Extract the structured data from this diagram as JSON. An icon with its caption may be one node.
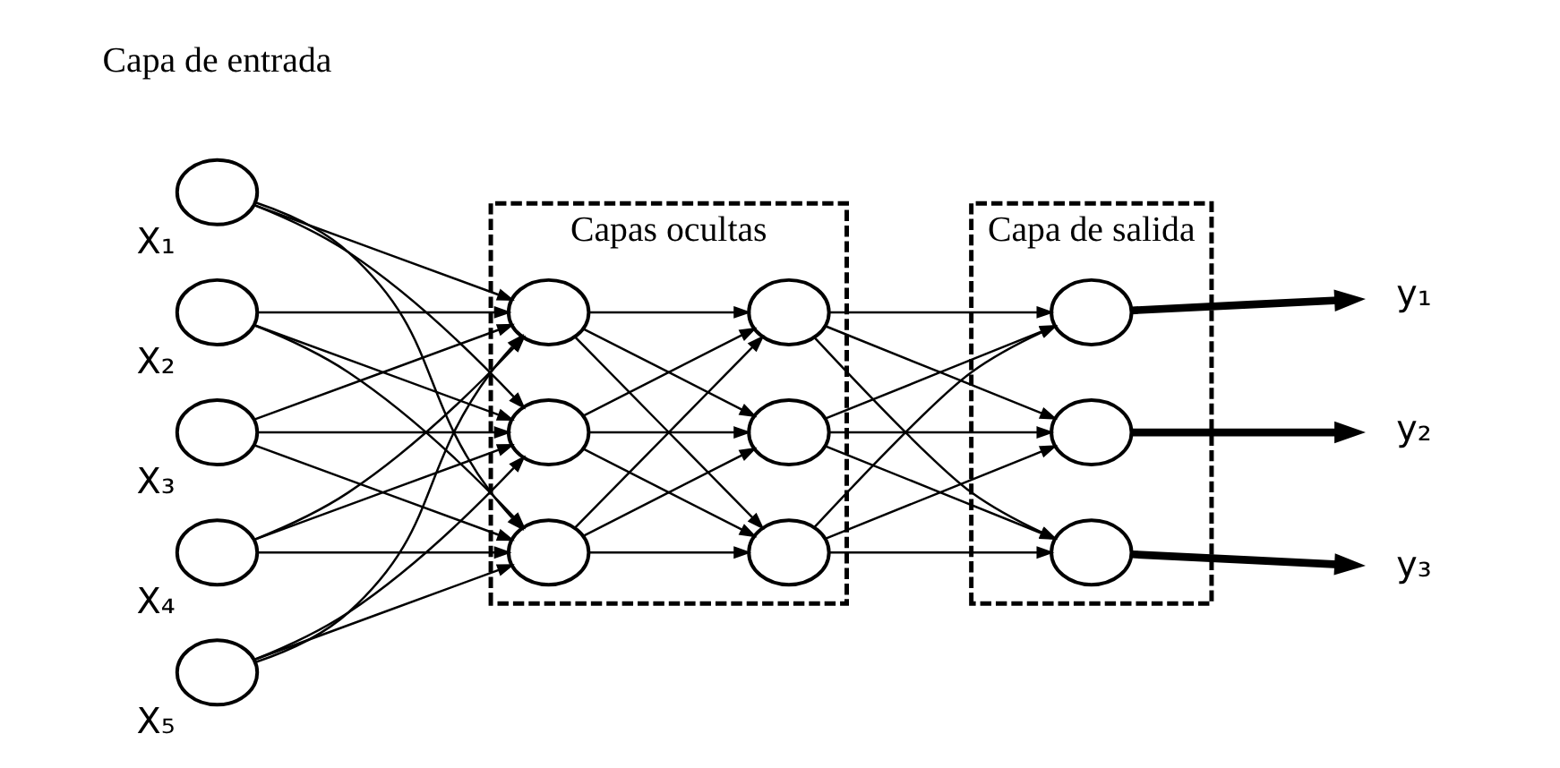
{
  "diagram": {
    "nodes": [
      {
        "text": [],
        "shape": "circle",
        "beside": [
          "X₁"
        ]
      },
      {
        "text": [],
        "shape": "circle",
        "beside": [
          "X₂"
        ]
      },
      {
        "text": [],
        "shape": "circle",
        "beside": [
          "X₃"
        ]
      },
      {
        "text": [],
        "shape": "circle",
        "beside": [
          "X₄"
        ]
      },
      {
        "text": [],
        "shape": "circle",
        "beside": [
          "X₅"
        ]
      },
      {
        "text": [
          "Capas ocultas"
        ]
      },
      {
        "text": [],
        "shape": "circle",
        "in": 5
      },
      {
        "text": [],
        "shape": "circle",
        "in": 5
      },
      {
        "text": [],
        "shape": "circle",
        "in": 5
      },
      {
        "text": [],
        "shape": "circle",
        "in": 5
      },
      {
        "text": [],
        "shape": "circle",
        "in": 5
      },
      {
        "text": [],
        "shape": "circle",
        "in": 5
      },
      {
        "text": [
          "Capa de salida"
        ]
      },
      {
        "text": [],
        "shape": "circle",
        "in": 12
      },
      {
        "text": [],
        "shape": "circle",
        "in": 12
      },
      {
        "text": [],
        "shape": "circle",
        "in": 12
      },
      {
        "text": [
          "y₁"
        ]
      },
      {
        "text": [
          "y₂"
        ]
      },
      {
        "text": [
          "y₃"
        ]
      }
    ],
    "edges": [
      {
        "from": 0,
        "to": 6,
        "arrow": "to"
      },
      {
        "from": 0,
        "to": 7,
        "arrow": "to"
      },
      {
        "from": 0,
        "to": 8,
        "arrow": "to"
      },
      {
        "from": 1,
        "to": 6,
        "arrow": "to"
      },
      {
        "from": 1,
        "to": 7,
        "arrow": "to"
      },
      {
        "from": 1,
        "to": 8,
        "arrow": "to"
      },
      {
        "from": 2,
        "to": 6,
        "arrow": "to"
      },
      {
        "from": 2,
        "to": 7,
        "arrow": "to"
      },
      {
        "from": 2,
        "to": 8,
        "arrow": "to"
      },
      {
        "from": 3,
        "to": 6,
        "arrow": "to"
      },
      {
        "from": 3,
        "to": 7,
        "arrow": "to"
      },
      {
        "from": 3,
        "to": 8,
        "arrow": "to"
      },
      {
        "from": 4,
        "to": 6,
        "arrow": "to"
      },
      {
        "from": 4,
        "to": 7,
        "arrow": "to"
      },
      {
        "from": 4,
        "to": 8,
        "arrow": "to"
      },
      {
        "from": 6,
        "to": 9,
        "arrow": "to"
      },
      {
        "from": 6,
        "to": 10,
        "arrow": "to"
      },
      {
        "from": 6,
        "to": 11,
        "arrow": "to"
      },
      {
        "from": 7,
        "to": 9,
        "arrow": "to"
      },
      {
        "from": 7,
        "to": 10,
        "arrow": "to"
      },
      {
        "from": 7,
        "to": 11,
        "arrow": "to"
      },
      {
        "from": 8,
        "to": 9,
        "arrow": "to"
      },
      {
        "from": 8,
        "to": 10,
        "arrow": "to"
      },
      {
        "from": 8,
        "to": 11,
        "arrow": "to"
      },
      {
        "from": 9,
        "to": 13,
        "arrow": "to"
      },
      {
        "from": 9,
        "to": 14,
        "arrow": "to"
      },
      {
        "from": 9,
        "to": 15,
        "arrow": "to"
      },
      {
        "from": 10,
        "to": 13,
        "arrow": "to"
      },
      {
        "from": 10,
        "to": 14,
        "arrow": "to"
      },
      {
        "from": 10,
        "to": 15,
        "arrow": "to"
      },
      {
        "from": 11,
        "to": 13,
        "arrow": "to"
      },
      {
        "from": 11,
        "to": 14,
        "arrow": "to"
      },
      {
        "from": 11,
        "to": 15,
        "arrow": "to"
      },
      {
        "from": 13,
        "to": 16,
        "arrow": "to",
        "style": "thick"
      },
      {
        "from": 14,
        "to": 17,
        "arrow": "to",
        "style": "thick"
      },
      {
        "from": 15,
        "to": 18,
        "arrow": "to",
        "style": "thick"
      }
    ],
    "labels": [
      "Capa de entrada"
    ]
  }
}
